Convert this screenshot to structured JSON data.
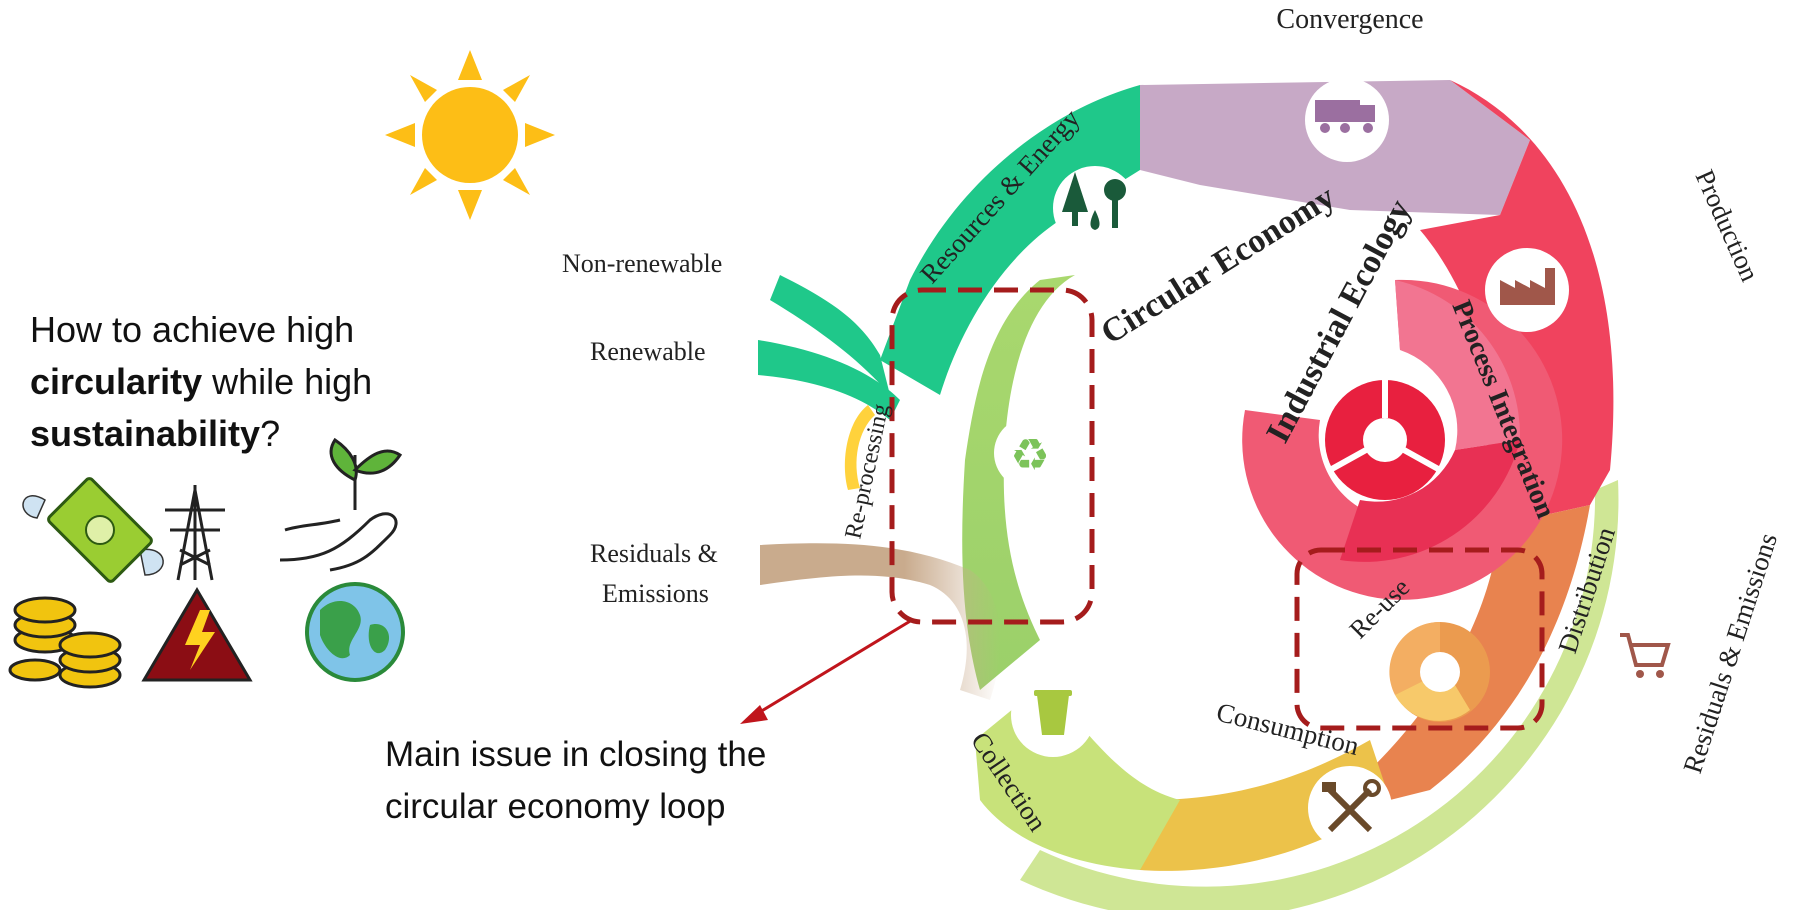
{
  "question": {
    "line1": "How to achieve high",
    "line2_bold": "circularity",
    "line2_rest": " while high",
    "line3_bold": "sustainability",
    "line3_rest": "?"
  },
  "issue": {
    "line1": "Main issue in closing the",
    "line2": "circular economy loop"
  },
  "inputs": {
    "non_renewable": "Non-renewable",
    "renewable": "Renewable",
    "residuals_line1": "Residuals &",
    "residuals_line2": "Emissions"
  },
  "outer_ring": {
    "convergence": "Convergence",
    "resources_energy": "Resources & Energy",
    "production": "Production",
    "residuals_emissions": "Residuals & Emissions",
    "distribution": "Distribution",
    "consumption": "Consumption",
    "collection": "Collection",
    "reprocessing": "Re-processing"
  },
  "inner": {
    "circular_economy": "Circular Economy",
    "industrial_ecology": "Industrial Ecology",
    "process_integration": "Process Integration",
    "reuse": "Re-use"
  },
  "colors": {
    "resources": "#1fc88a",
    "convergence": "#c7a9c6",
    "production": "#f0435e",
    "distribution": "#e8834f",
    "consumption": "#ecc24a",
    "collection": "#c8e27a",
    "outer_band": "#cfe695",
    "dashed": "#a51c1c",
    "sun": "#fdbe16"
  }
}
